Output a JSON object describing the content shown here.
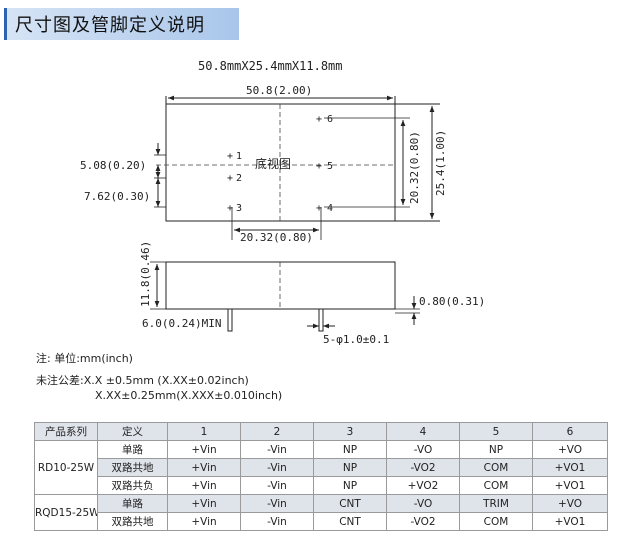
{
  "section_title": "尺寸图及管脚定义说明",
  "drawing": {
    "overall_dims": "50.8mmX25.4mmX11.8mm",
    "width_dim": "50.8(2.00)",
    "height_dim": "25.4(1.00)",
    "pin_row_dim": "20.32(0.80)",
    "pin_col_dim": "20.32(0.80)",
    "offset1": "5.08(0.20)",
    "offset2": "7.62(0.30)",
    "center_label": "底视图",
    "pins": [
      "1",
      "2",
      "3",
      "4",
      "5",
      "6"
    ],
    "pin_mark": "+",
    "side_height": "11.8(0.46)",
    "pin_length": "6.0(0.24)MIN",
    "standoff": "0.80(0.31)",
    "pin_diameter": "5-φ1.0±0.1"
  },
  "notes": {
    "unit": "注:  单位:mm(inch)",
    "tol1": "未注公差:X.X ±0.5mm (X.XX±0.02inch)",
    "tol2": "X.XX±0.25mm(X.XXX±0.010inch)"
  },
  "table": {
    "headers": [
      "产品系列",
      "定义",
      "1",
      "2",
      "3",
      "4",
      "5",
      "6"
    ],
    "groups": [
      {
        "series": "RD10-25W",
        "rows": [
          [
            "单路",
            "+Vin",
            "-Vin",
            "NP",
            "-VO",
            "NP",
            "+VO"
          ],
          [
            "双路共地",
            "+Vin",
            "-Vin",
            "NP",
            "-VO2",
            "COM",
            "+VO1"
          ],
          [
            "双路共负",
            "+Vin",
            "-Vin",
            "NP",
            "+VO2",
            "COM",
            "+VO1"
          ]
        ]
      },
      {
        "series": "RQD15-25W",
        "rows": [
          [
            "单路",
            "+Vin",
            "-Vin",
            "CNT",
            "-VO",
            "TRIM",
            "+VO"
          ],
          [
            "双路共地",
            "+Vin",
            "-Vin",
            "CNT",
            "-VO2",
            "COM",
            "+VO1"
          ]
        ]
      }
    ]
  }
}
